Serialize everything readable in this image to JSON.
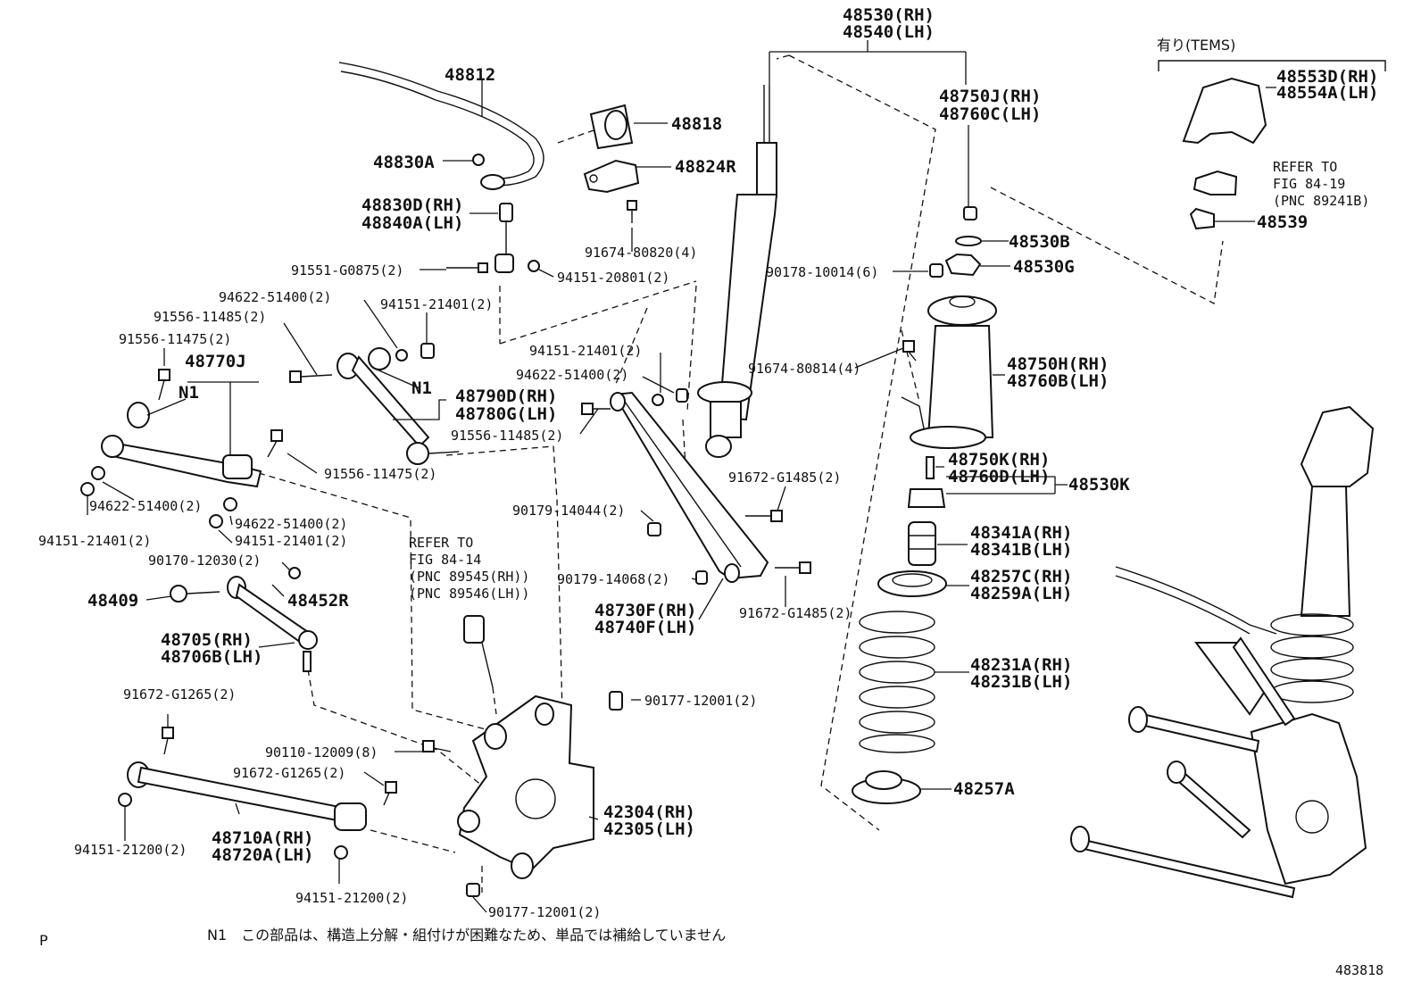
{
  "diagram": {
    "labels": {
      "strut_rh": "48530(RH)",
      "strut_lh": "48540(LH)",
      "tems": "有り(TEMS)",
      "stab_bar": "48812",
      "bushing": "48818",
      "bracket": "48824R",
      "nut_48830a": "48830A",
      "link_rh": "48830D(RH)",
      "link_lh": "48840A(LH)",
      "bolt_80820": "91674-80820(4)",
      "bolt_g0875": "91551-G0875(2)",
      "nut_20801": "94151-20801(2)",
      "washer_51400_a": "94622-51400(2)",
      "nut_21401_a": "94151-21401(2)",
      "bolt_11485_a": "91556-11485(2)",
      "bolt_11475_a": "91556-11475(2)",
      "arm_48770j": "48770J",
      "n1_a": "N1",
      "n1_b": "N1",
      "arm_rh_48790d": "48790D(RH)",
      "arm_lh_48780g": "48780G(LH)",
      "bolt_11485_b": "91556-11485(2)",
      "bolt_11475_b": "91556-11475(2)",
      "washer_51400_b": "94622-51400(2)",
      "washer_51400_c": "94622-51400(2)",
      "nut_21401_b": "94151-21401(2)",
      "nut_21401_c": "94151-21401(2)",
      "nut_21401_d": "94151-21401(2)",
      "washer_51400_d": "94622-51400(2)",
      "nut_12030": "90170-12030(2)",
      "bolt_48409": "48409",
      "arm_48452r": "48452R",
      "arm_rh_48705": "48705(RH)",
      "arm_lh_48706b": "48706B(LH)",
      "refer_a": "REFER TO",
      "refer_a2": "FIG 84-14",
      "refer_a3": "(PNC 89545(RH))",
      "refer_a4": "(PNC 89546(LH))",
      "nut_14044": "90179-14044(2)",
      "nut_14068": "90179-14068(2)",
      "arm_rh_48730f": "48730F(RH)",
      "arm_lh_48740f": "48740F(LH)",
      "bolt_g1485_a": "91672-G1485(2)",
      "bolt_g1485_b": "91672-G1485(2)",
      "bolt_80814": "91674-80814(4)",
      "nut_10014": "90178-10014(6)",
      "mount_rh": "48750J(RH)",
      "mount_lh": "48760C(LH)",
      "part_48530b": "48530B",
      "part_48530g": "48530G",
      "upper_rh": "48750H(RH)",
      "upper_lh": "48760B(LH)",
      "bump_rh": "48750K(RH)",
      "bump_lh": "48760D(LH)",
      "part_48530k": "48530K",
      "bumper_rh": "48341A(RH)",
      "bumper_lh": "48341B(LH)",
      "insul_rh": "48257C(RH)",
      "insul_lh": "48259A(LH)",
      "spring_rh": "48231A(RH)",
      "spring_lh": "48231B(LH)",
      "seat": "48257A",
      "cover_rh": "48553D(RH)",
      "cover_lh": "48554A(LH)",
      "refer_b": "REFER TO",
      "refer_b2": "FIG 84-19",
      "refer_b3": "(PNC 89241B)",
      "part_48539": "48539",
      "bolt_g1265_a": "91672-G1265(2)",
      "bolt_12009": "90110-12009(8)",
      "bolt_g1265_b": "91672-G1265(2)",
      "nut_12001_a": "90177-12001(2)",
      "nut_12001_b": "90177-12001(2)",
      "carrier_rh": "42304(RH)",
      "carrier_lh": "42305(LH)",
      "arm_rh_48710a": "48710A(RH)",
      "arm_lh_48720a": "48720A(LH)",
      "nut_21200_a": "94151-21200(2)",
      "nut_21200_b": "94151-21200(2)",
      "corner_p": "P",
      "note": "N1　この部品は、構造上分解・組付けが困難なため、単品では補給していません",
      "code": "483818"
    }
  }
}
